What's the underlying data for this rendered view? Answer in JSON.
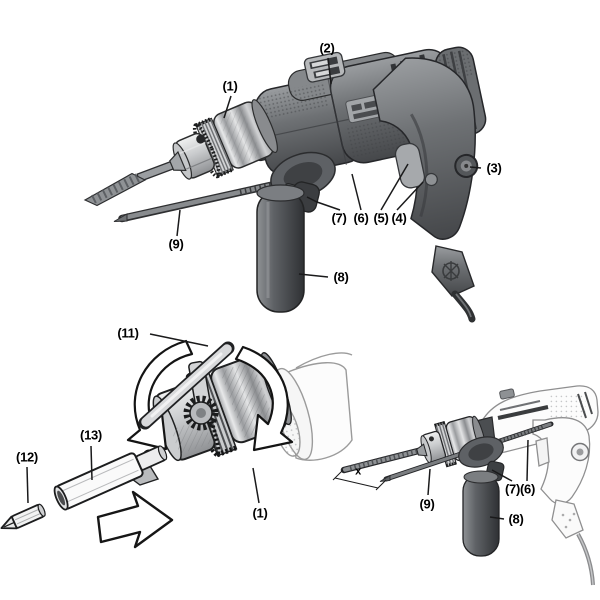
{
  "document": {
    "type": "parts-diagram-illustration",
    "background": "#ffffff"
  },
  "views": {
    "main_view_callouts": [
      "(1)",
      "(2)",
      "(3)",
      "(4)",
      "(5)",
      "(6)",
      "(7)",
      "(8)",
      "(9)"
    ],
    "chuck_detail_callouts": [
      "(11)",
      "(12)",
      "(13)",
      "(1)"
    ],
    "depth_stop_detail_callouts": [
      "(9)",
      "(7)(6)",
      "(8)"
    ],
    "dimension_label": "x"
  },
  "palette": {
    "body_gray": "#6e7174",
    "body_dark": "#45474a",
    "grip_dark": "#2f3134",
    "chuck_metal_light": "#e8e9ea",
    "chuck_metal_mid": "#9a9c9f",
    "outline_black": "#1a1a1b",
    "outline_light": "#8f8f90",
    "label_color": "#000000"
  },
  "icons": {
    "rotation_arrows": "curved-rotation-band-arrows",
    "insertion_arrow": "block-arrow-right"
  }
}
